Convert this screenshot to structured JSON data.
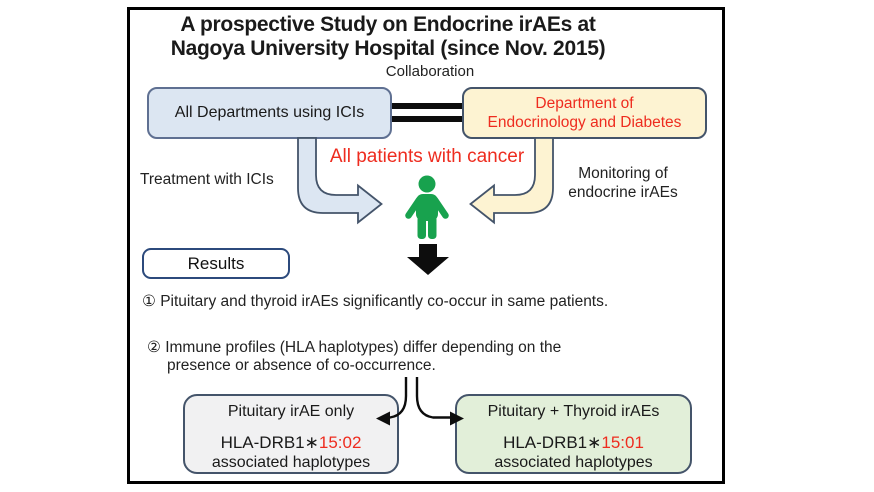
{
  "figure": {
    "title": {
      "line1": "A prospective Study on Endocrine irAEs at",
      "line2": "Nagoya University Hospital (since Nov. 2015)"
    },
    "collaboration": "Collaboration",
    "dept_all": "All Departments using ICIs",
    "dept_endo": {
      "line1": "Department of",
      "line2": "Endocrinology and Diabetes"
    },
    "patients": "All patients with cancer",
    "treatment": "Treatment with ICIs",
    "monitoring": {
      "line1": "Monitoring of",
      "line2": "endocrine irAEs"
    },
    "results": "Results",
    "findings": {
      "one": "① Pituitary and thyroid irAEs significantly co-occur in same patients.",
      "two_line1": "② Immune profiles (HLA haplotypes) differ depending on the",
      "two_line2": "presence or absence of co-occurrence."
    },
    "outcome_left": {
      "title": "Pituitary irAE only",
      "hla_prefix": "HLA-DRB1∗",
      "hla_allele": "15:02",
      "subtitle": "associated haplotypes"
    },
    "outcome_right": {
      "title": "Pituitary + Thyroid irAEs",
      "hla_prefix": "HLA-DRB1∗",
      "hla_allele": "15:01",
      "subtitle": "associated haplotypes"
    }
  },
  "icons": {
    "patient": "person-icon",
    "flow_down": "arrow-down-icon",
    "treatment_flow": "curved-arrow-right-icon",
    "monitoring_flow": "curved-arrow-left-icon"
  },
  "colors": {
    "red": "#ee2c1f",
    "green": "#18a24e",
    "blue_fill": "#dce6f2",
    "blue_border": "#5f7092",
    "cream_fill": "#fdf3d2",
    "navy": "#44546a",
    "gray_fill": "#f1f1f2",
    "green_fill": "#e2efd9",
    "results_border": "#2c4a7c"
  }
}
